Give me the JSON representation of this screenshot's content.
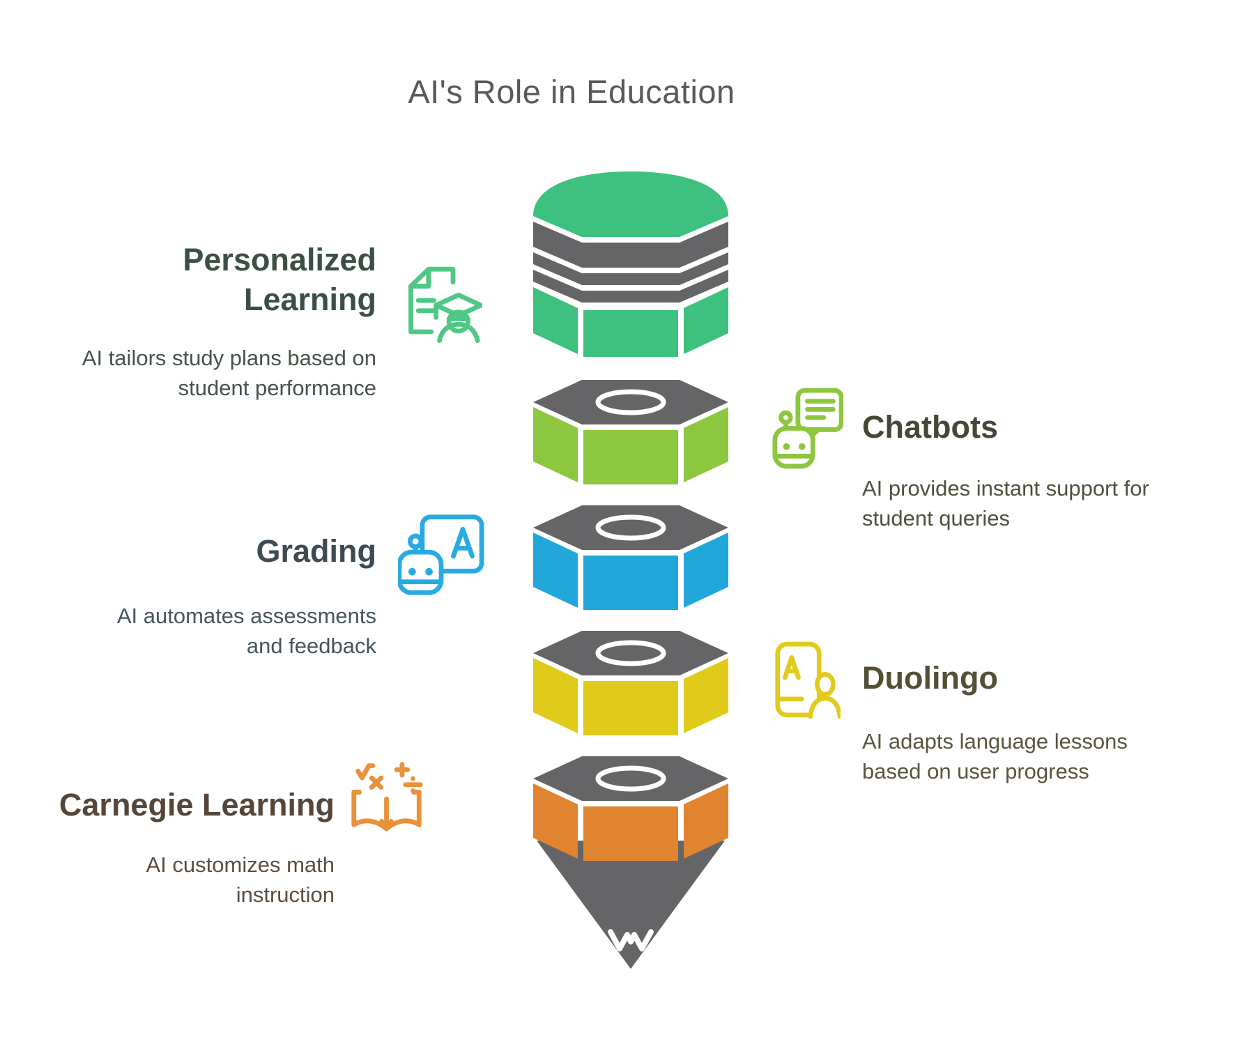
{
  "title": "AI's Role in Education",
  "title_color": "#58595B",
  "pencil": {
    "colors": {
      "gray": "#656466",
      "eraser": "#3EC17E"
    },
    "segments": [
      {
        "name": "eraser-band",
        "color": "#3EC17E"
      },
      {
        "name": "band-lime",
        "color": "#8DC63F"
      },
      {
        "name": "band-blue",
        "color": "#22A7DB"
      },
      {
        "name": "band-yellow",
        "color": "#E0CB1B"
      },
      {
        "name": "band-orange",
        "color": "#E0842F"
      }
    ]
  },
  "sections": [
    {
      "id": "personalized-learning",
      "side": "left",
      "heading": "Personalized Learning",
      "description": "AI tailors study plans based on student performance",
      "icon": "document-graduate-icon",
      "accent": "#4FC885",
      "heading_color": "#3C4F44",
      "text_color": "#465349"
    },
    {
      "id": "chatbots",
      "side": "right",
      "heading": "Chatbots",
      "description": "AI provides instant support for student queries",
      "icon": "robot-chat-icon",
      "accent": "#8DC63F",
      "heading_color": "#424936",
      "text_color": "#4B523D"
    },
    {
      "id": "grading",
      "side": "left",
      "heading": "Grading",
      "description": "AI automates assessments and feedback",
      "icon": "robot-grading-icon",
      "accent": "#29ABE2",
      "heading_color": "#3D4B54",
      "text_color": "#46545C"
    },
    {
      "id": "duolingo",
      "side": "right",
      "heading": "Duolingo",
      "description": "AI adapts language lessons based on user progress",
      "icon": "language-app-icon",
      "accent": "#E2CB1E",
      "heading_color": "#535036",
      "text_color": "#59563E"
    },
    {
      "id": "carnegie-learning",
      "side": "left",
      "heading": "Carnegie Learning",
      "description": "AI customizes math instruction",
      "icon": "math-book-icon",
      "accent": "#E8923A",
      "heading_color": "#564639",
      "text_color": "#5C4D40"
    }
  ]
}
